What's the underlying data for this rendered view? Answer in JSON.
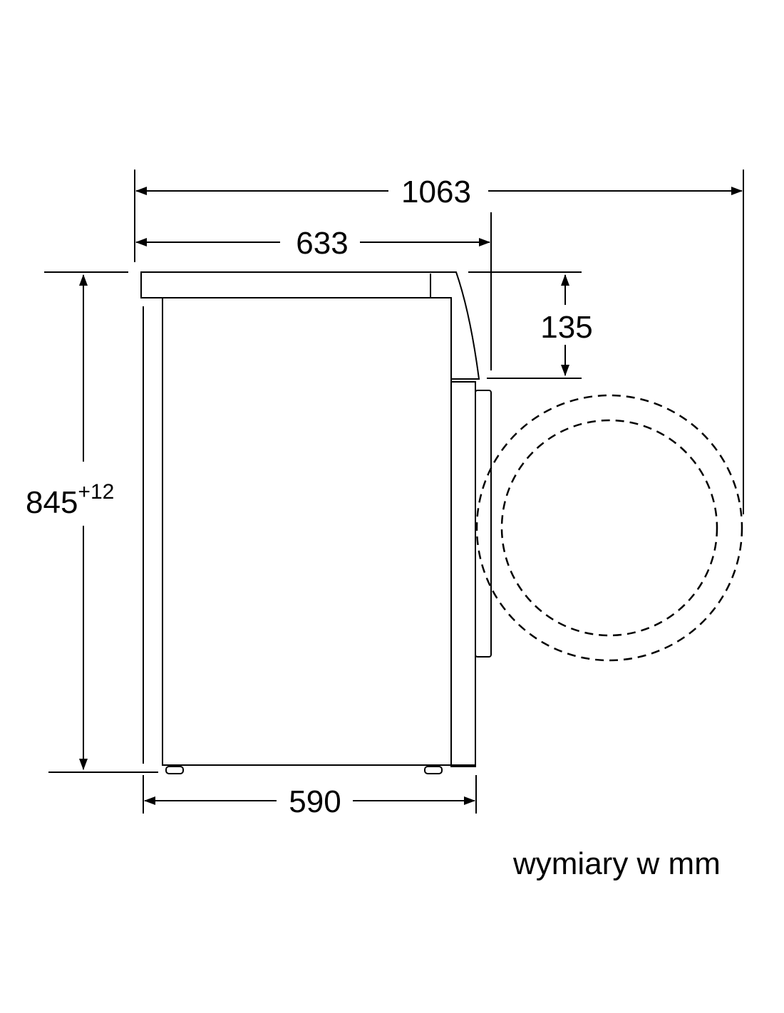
{
  "dimensions": {
    "total_depth_with_door": "1063",
    "depth": "633",
    "height": "845",
    "height_tolerance": "+12",
    "top_overhang": "135",
    "width": "590"
  },
  "note": "wymiary w mm"
}
